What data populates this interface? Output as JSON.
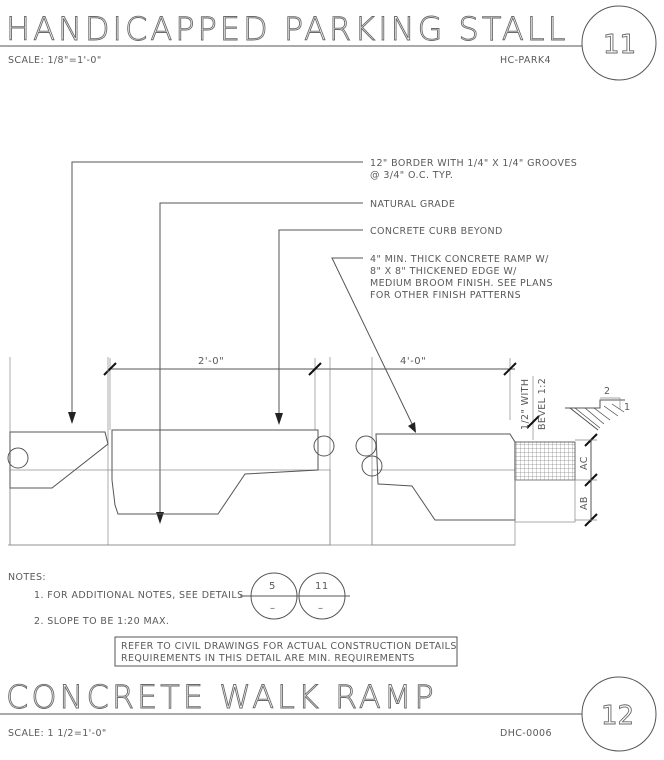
{
  "top": {
    "title": "HANDICAPPED PARKING STALL",
    "scale": "SCALE: 1/8\"=1'-0\"",
    "code": "HC-PARK4",
    "number": "11"
  },
  "callouts": [
    [
      "12\" BORDER WITH 1/4\" X 1/4\" GROOVES",
      "@ 3/4\" O.C. TYP."
    ],
    [
      "NATURAL GRADE"
    ],
    [
      "CONCRETE CURB BEYOND"
    ],
    [
      "4\" MIN. THICK CONCRETE RAMP W/",
      "8\" X 8\" THICKENED EDGE W/",
      "MEDIUM BROOM FINISH. SEE PLANS",
      "FOR OTHER FINISH PATTERNS"
    ]
  ],
  "dimensions": {
    "d1": "2'-0\"",
    "d2": "4'-0\"",
    "vertical": "1/2\" WITH",
    "vertical2": "BEVEL 1:2",
    "slope_run": "2",
    "slope_rise": "1",
    "ac": "AC",
    "ab": "AB"
  },
  "notes": {
    "heading": "NOTES:",
    "items": [
      "1. FOR ADDITIONAL NOTES, SEE DETAILS",
      "2. SLOPE TO BE 1:20 MAX."
    ],
    "ref_a": "5",
    "ref_b": "11",
    "ref_dash": "–",
    "box_line1": "REFER TO CIVIL DRAWINGS FOR ACTUAL CONSTRUCTION DETAILS",
    "box_line2": "REQUIREMENTS IN THIS DETAIL ARE MIN. REQUIREMENTS"
  },
  "bottom": {
    "title": "CONCRETE WALK RAMP",
    "scale": "SCALE: 1 1/2=1'-0\"",
    "code": "DHC-0006",
    "number": "12"
  }
}
